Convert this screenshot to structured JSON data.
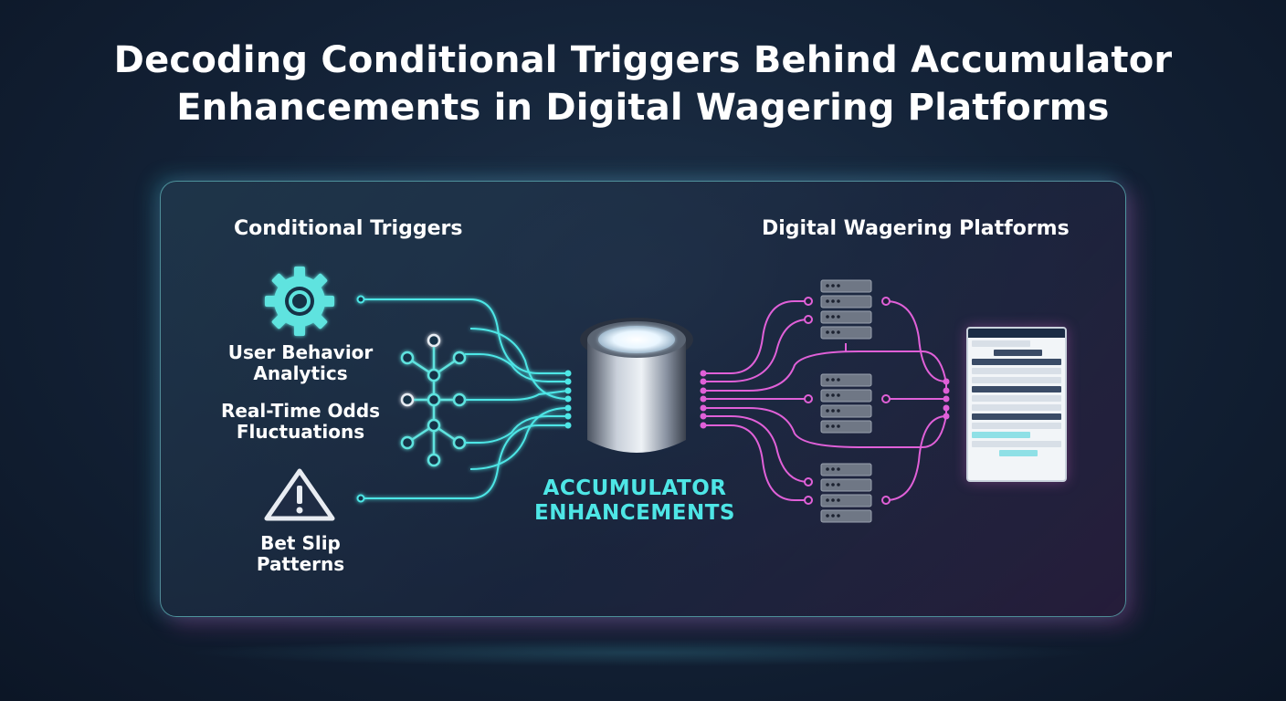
{
  "title": "Decoding Conditional Triggers Behind Accumulator Enhancements in Digital Wagering Platforms",
  "left_section": {
    "title": "Conditional Triggers",
    "items": [
      {
        "label": "User Behavior\nAnalytics",
        "icon": "gear-icon"
      },
      {
        "label": "Real-Time Odds\nFluctuations",
        "icon": "network-tree-icon"
      },
      {
        "label": "Bet Slip\nPatterns",
        "icon": "warning-triangle-icon"
      }
    ]
  },
  "center": {
    "label": "ACCUMULATOR\nENHANCEMENTS",
    "icon": "database-cylinder-icon"
  },
  "right_section": {
    "title": "Digital Wagering Platforms",
    "icons": [
      "server-rack-icon",
      "server-rack-icon",
      "server-rack-icon",
      "betting-screen-icon"
    ]
  },
  "colors": {
    "cyan": "#4ee6e6",
    "magenta": "#e060d8",
    "background": "#142338"
  }
}
